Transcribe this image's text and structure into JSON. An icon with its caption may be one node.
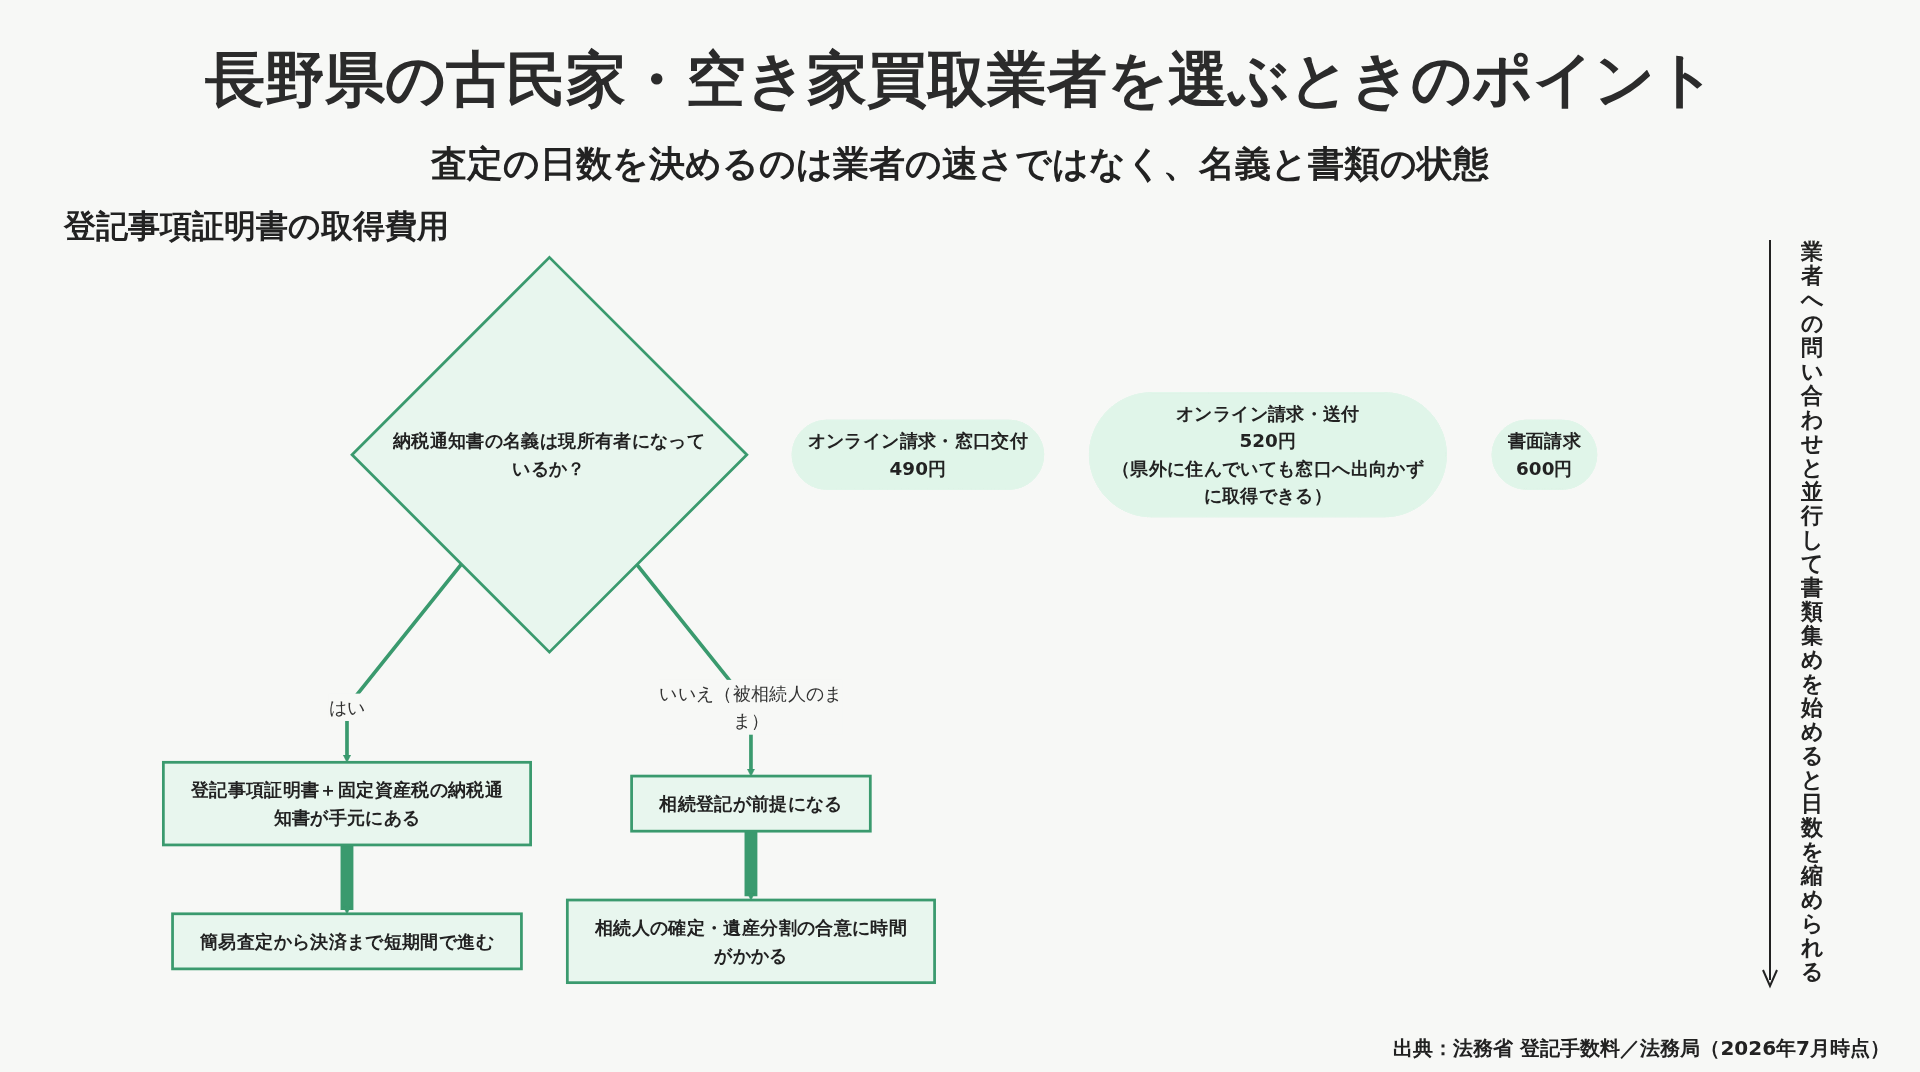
{
  "diagram": {
    "title": "長野県の古民家・空き家買取業者を選ぶときのポイント",
    "caption": "出典：法務省 登記手数料／法務局（2026年7月時点）",
    "nodes": [
      {
        "text": [
          "納税通知書の名義は現所有者になっているか？"
        ]
      },
      {
        "text": [
          "登記事項証明書＋固定資産税の納税通知書が手元にある"
        ]
      },
      {
        "text": [
          "簡易査定から決済まで短期間で進む"
        ]
      },
      {
        "text": [
          "相続登記が前提になる"
        ]
      },
      {
        "text": [
          "相続人の確定・遺産分割の合意に時間がかかる"
        ]
      },
      {
        "text": [
          "オンライン請求・窓口交付",
          "490円"
        ]
      },
      {
        "text": [
          "オンライン請求・送付",
          "520円",
          "（県外に住んでいても窓口へ出向かずに取得できる）"
        ]
      },
      {
        "text": [
          "書面請求",
          "600円"
        ]
      }
    ],
    "edges": [
      {
        "from": 0,
        "to": 1,
        "arrow": "to",
        "label": "はい"
      },
      {
        "from": 0,
        "to": 3,
        "arrow": "to",
        "label": "いいえ（被相続人のまま）"
      },
      {
        "from": 1,
        "to": 2,
        "arrow": "to",
        "style": "thick"
      },
      {
        "from": 3,
        "to": 4,
        "arrow": "to",
        "style": "thick"
      }
    ],
    "labels": [
      "査定の日数を決めるのは業者の速さではなく、名義と書類の状態",
      "業者への問い合わせと並行して書類集めを始めると日数を縮められる",
      "登記事項証明書の取得費用"
    ]
  }
}
